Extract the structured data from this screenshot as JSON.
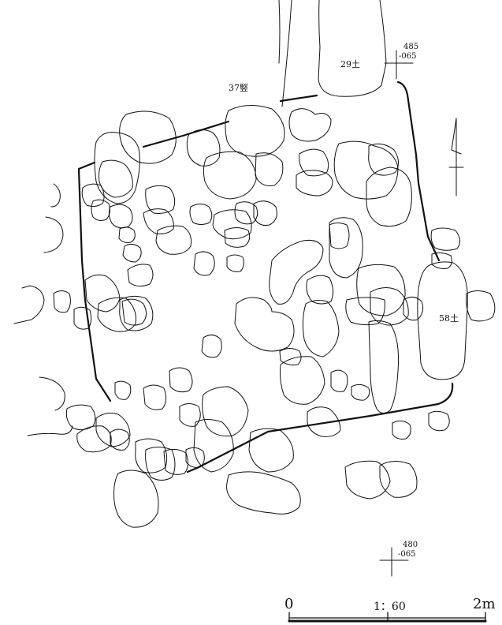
{
  "labels": {
    "feature_37": "37竪",
    "feature_29": "29土",
    "feature_58": "58土"
  },
  "grid_points": [
    {
      "line1": "485",
      "line2": "-065"
    },
    {
      "line1": "480",
      "line2": "-065"
    }
  ],
  "scale": {
    "start": "0",
    "ratio": "1：60",
    "end": "2m"
  },
  "colors": {
    "line": "#111111",
    "background": "#ffffff"
  },
  "north_arrow_icon": "north-arrow-icon"
}
